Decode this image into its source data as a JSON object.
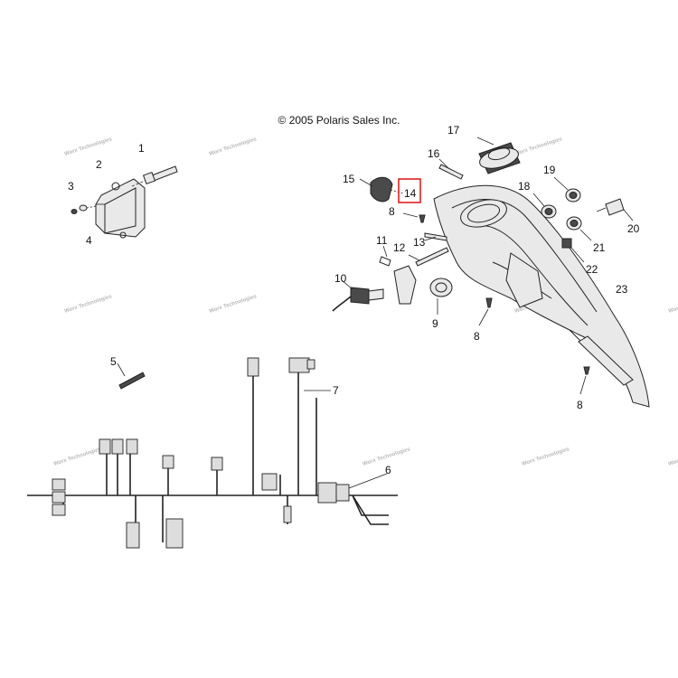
{
  "copyright": "© 2005 Polaris Sales Inc.",
  "highlight_color": "#e02020",
  "callouts": [
    "1",
    "2",
    "3",
    "4",
    "5",
    "6",
    "7",
    "8",
    "9",
    "10",
    "11",
    "12",
    "13",
    "14",
    "15",
    "16",
    "17",
    "18",
    "19",
    "20",
    "21",
    "22",
    "23"
  ],
  "highlighted_part": "14",
  "watermark_text": [
    "Worx Technologies"
  ]
}
